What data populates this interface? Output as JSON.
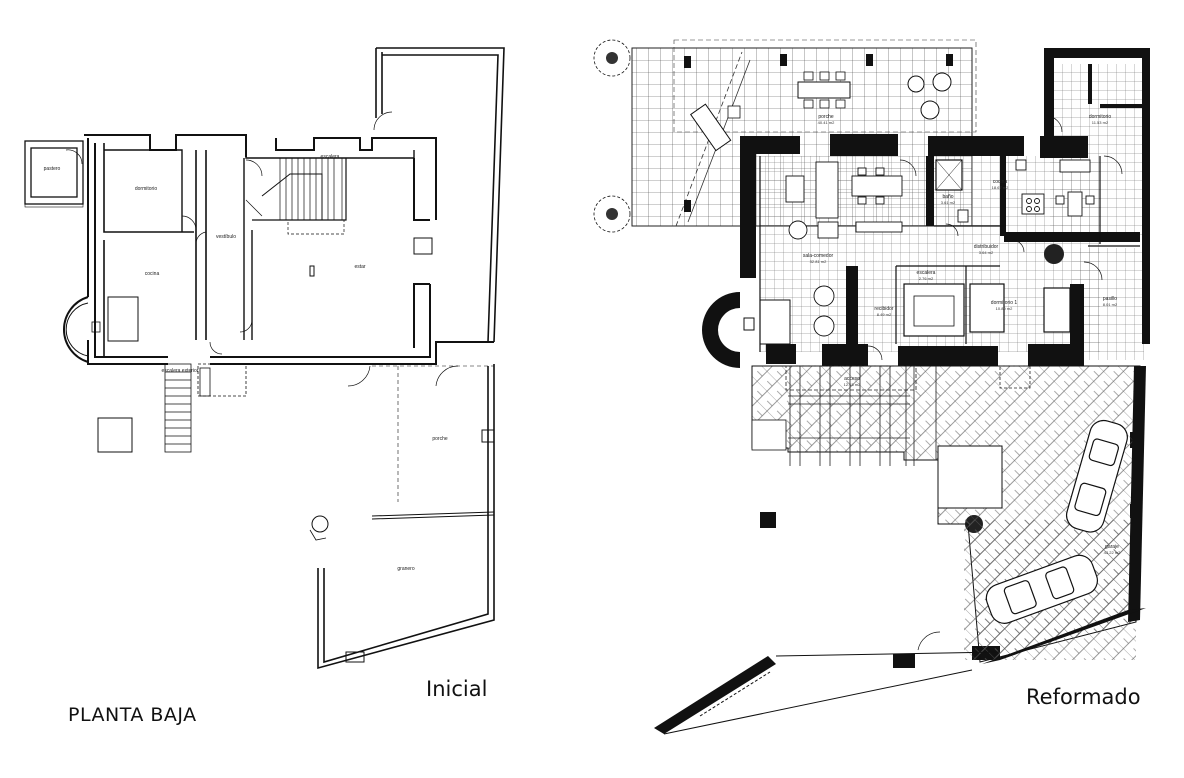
{
  "captions": {
    "title": "PLANTA BAJA",
    "initial": "Inicial",
    "reformed": "Reformado"
  },
  "initial_plan": {
    "rooms": {
      "pastero": "pastero",
      "dormitorio": "dormitorio",
      "cocina": "cocina",
      "vestibulo": "vestíbulo",
      "estar": "estar",
      "escalera_top": "escalera",
      "escalera_ext": "escalera exterior",
      "porche": "porche",
      "granero": "granero"
    }
  },
  "reformed_plan": {
    "rooms": {
      "porche_n": "porche",
      "porche_n_area": "40.41 m2",
      "dormitorio_ne": "dormitorio",
      "dormitorio_ne_area": "11.53 m2",
      "cocina": "cocina",
      "cocina_area": "18.67 m2",
      "bano": "baño",
      "bano_area": "3.61 m2",
      "sala_comedor": "sala-comedor",
      "sala_comedor_area": "32.81 m2",
      "distribuidor": "distribuidor",
      "distribuidor_area": "3.64 m2",
      "escalera": "escalera",
      "escalera_area": "2.76 m2",
      "recibidor": "recibidor",
      "recibidor_area": "8.49 m2",
      "dormitorio_1": "dormitorio 1",
      "dormitorio_1_area": "10.80 m2",
      "pasillo": "pasillo",
      "pasillo_area": "8.01 m2",
      "acceso": "acceso",
      "acceso_area": "12.15 m2",
      "garaje": "garaje",
      "garaje_area": "43.22 m2"
    }
  }
}
